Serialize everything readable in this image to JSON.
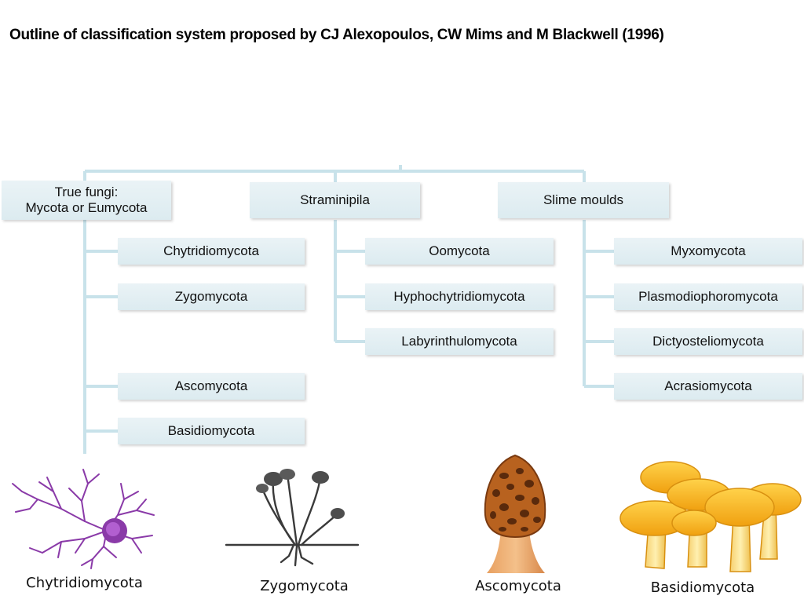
{
  "title": "Outline of classification system proposed by CJ Alexopoulos, CW Mims and M Blackwell (1996)",
  "groups": [
    {
      "name_line1": "True fungi:",
      "name_line2": "Mycota or Eumycota",
      "members": [
        "Chytridiomycota",
        "Zygomycota",
        "Ascomycota",
        "Basidiomycota"
      ]
    },
    {
      "name_line1": "Straminipila",
      "members": [
        "Oomycota",
        "Hyphochytridiomycota",
        "Labyrinthulomycota"
      ]
    },
    {
      "name_line1": "Slime moulds",
      "members": [
        "Myxomycota",
        "Plasmodiophoromycota",
        "Dictyosteliomycota",
        "Acrasiomycota"
      ]
    }
  ],
  "illustrations": [
    {
      "label": "Chytridiomycota",
      "icon": "chytrid-cell-icon"
    },
    {
      "label": "Zygomycota",
      "icon": "zygomycete-sporangia-icon"
    },
    {
      "label": "Ascomycota",
      "icon": "morel-mushroom-icon"
    },
    {
      "label": "Basidiomycota",
      "icon": "mushroom-cluster-icon"
    }
  ],
  "colors": {
    "box_fill": "#dcebf0",
    "connector": "#c8e2ea",
    "chytrid": "#8a3aa8",
    "sporangia": "#4d4d4d",
    "morel": "#c8722a",
    "mushroom": "#f4b41a"
  }
}
